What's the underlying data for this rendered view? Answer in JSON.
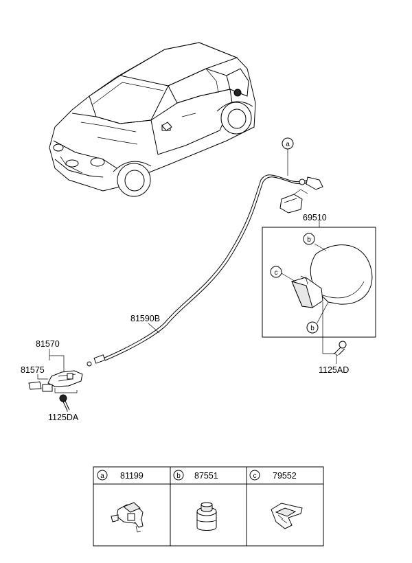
{
  "labels": {
    "cable": "81590B",
    "assy": "69510",
    "latch": "81570",
    "latch_sub": "81575",
    "bolt_left": "1125DA",
    "bolt_right": "1125AD"
  },
  "callouts": {
    "a_top": "a",
    "b_upper": "b",
    "b_lower": "b",
    "c_side": "c"
  },
  "legend": [
    {
      "letter": "a",
      "part": "81199"
    },
    {
      "letter": "b",
      "part": "87551"
    },
    {
      "letter": "c",
      "part": "79552"
    }
  ]
}
